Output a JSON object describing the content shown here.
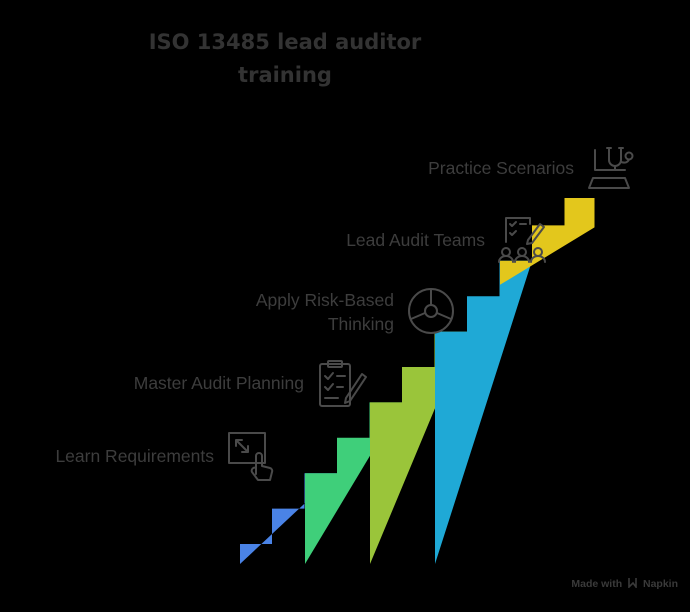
{
  "title": {
    "line1": "ISO 13485 lead auditor",
    "line2": "training"
  },
  "steps": [
    {
      "label": "Learn Requirements",
      "color": "#4a83e6",
      "icon": "touch-screen-icon"
    },
    {
      "label": "Master Audit Planning",
      "color": "#3fcf7a",
      "icon": "clipboard-checklist-icon"
    },
    {
      "label": "Apply Risk-Based",
      "label2": "Thinking",
      "color": "#9ac53a",
      "icon": "radial-chart-icon"
    },
    {
      "label": "Lead Audit Teams",
      "color": "#1fa9d6",
      "icon": "team-checklist-icon"
    },
    {
      "label": "Practice Scenarios",
      "color": "#e3c71c",
      "icon": "stethoscope-laptop-icon"
    }
  ],
  "footer": {
    "prefix": "Made with",
    "brand": "Napkin"
  },
  "colors": {
    "background": "#000000",
    "text": "#3d3d3d",
    "icon_stroke": "#4a4a4a"
  }
}
